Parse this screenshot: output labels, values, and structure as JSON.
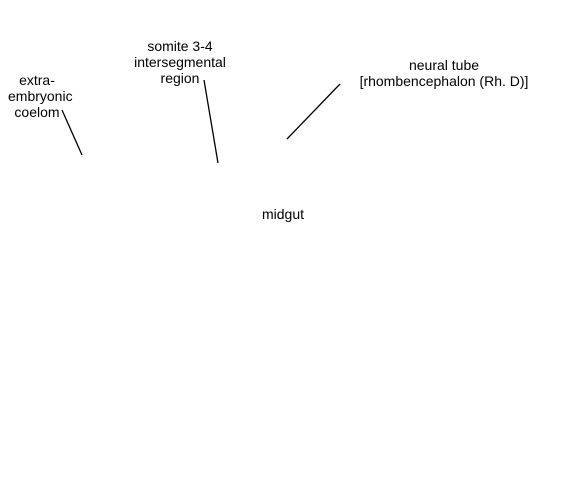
{
  "diagram": {
    "colors": {
      "background": "#ffffff",
      "text": "#000000",
      "leader": "#000000"
    },
    "labels": {
      "extra_embryonic_coelom": [
        "extra-",
        "embryonic",
        "coelom"
      ],
      "somite_intersegmental": [
        "somite 3-4",
        "intersegmental",
        "region"
      ],
      "neural_tube": [
        "neural tube",
        "[rhombencephalon (Rh. D)]"
      ],
      "midgut": "midgut"
    }
  }
}
